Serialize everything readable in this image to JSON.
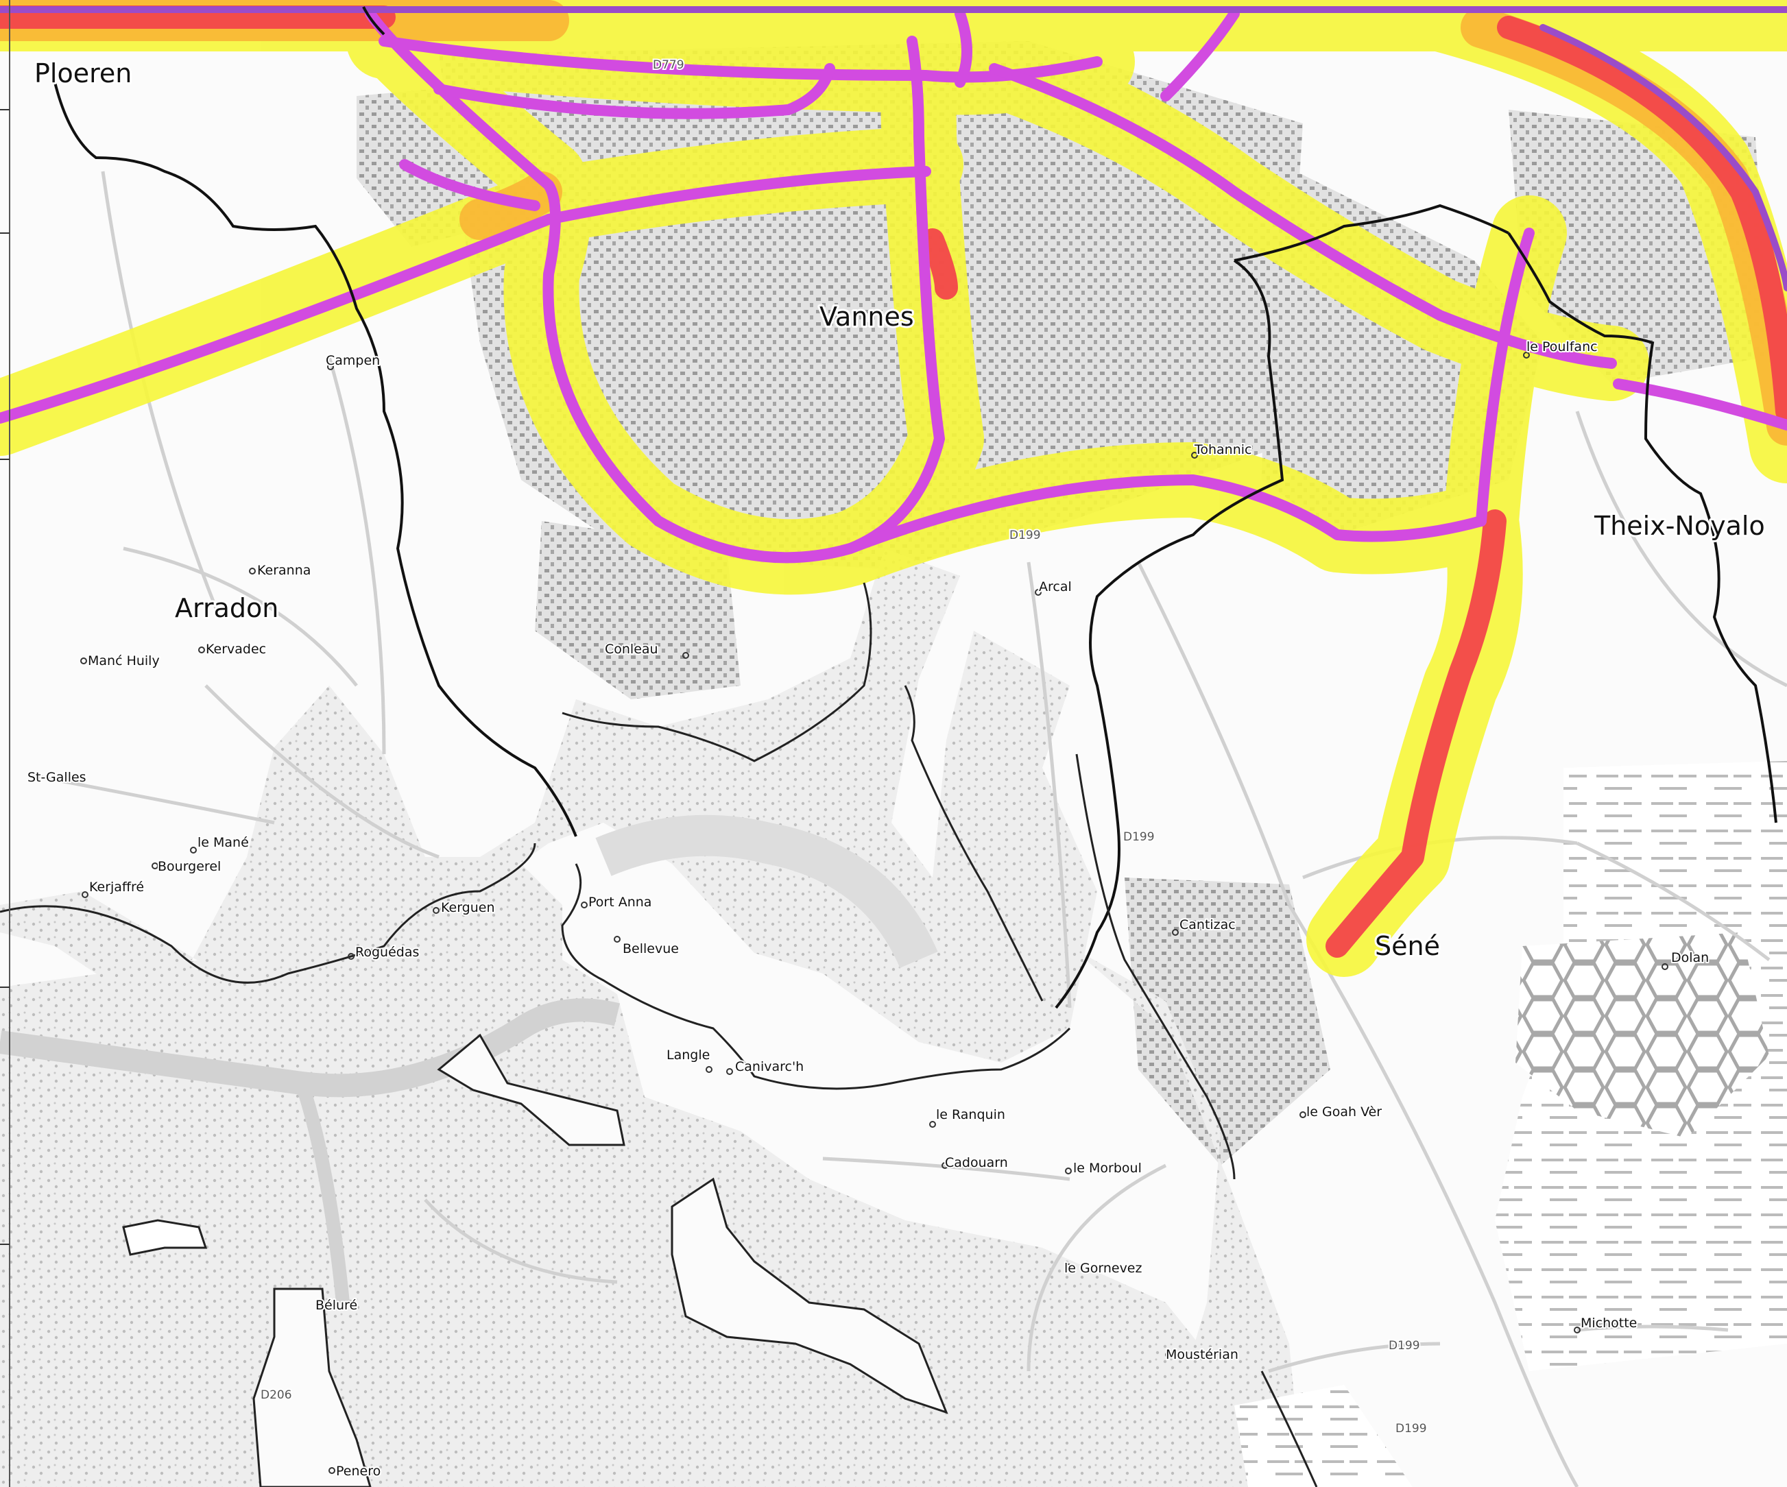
{
  "colors": {
    "noise_zone_1": "#f6f63a",
    "noise_zone_2": "#f9b234",
    "noise_zone_3": "#f2464a",
    "noise_zone_4": "#d24be0",
    "noise_zone_5": "#9a4cc9",
    "water": "#e6e6e6",
    "urban": "#d4d4d4",
    "road": "#ffffff",
    "border": "#111111"
  },
  "towns": [
    {
      "name": "Ploeren"
    },
    {
      "name": "Vannes"
    },
    {
      "name": "Arradon"
    },
    {
      "name": "Theix-Noyalo"
    },
    {
      "name": "Séné"
    }
  ],
  "places": [
    {
      "name": "Campen"
    },
    {
      "name": "Keranna"
    },
    {
      "name": "Manć Huily"
    },
    {
      "name": "Kervadec"
    },
    {
      "name": "St-Galles"
    },
    {
      "name": "le Mané"
    },
    {
      "name": "Bourgerel"
    },
    {
      "name": "Kerjaffré"
    },
    {
      "name": "Kerguen"
    },
    {
      "name": "Roguédas"
    },
    {
      "name": "Conleau"
    },
    {
      "name": "Port Anna"
    },
    {
      "name": "Bellevue"
    },
    {
      "name": "Langle"
    },
    {
      "name": "Canivarc'h"
    },
    {
      "name": "le Ranquin"
    },
    {
      "name": "Cadouarn"
    },
    {
      "name": "le Morboul"
    },
    {
      "name": "le Gornevez"
    },
    {
      "name": "Moustérian"
    },
    {
      "name": "Béluré"
    },
    {
      "name": "Penero"
    },
    {
      "name": "Arcal"
    },
    {
      "name": "Tohannic"
    },
    {
      "name": "le Poulfanc"
    },
    {
      "name": "Cantizac"
    },
    {
      "name": "le Goah Vèr"
    },
    {
      "name": "Dolan"
    },
    {
      "name": "Michotte"
    }
  ],
  "roads": [
    {
      "ref": "D779"
    },
    {
      "ref": "D199"
    },
    {
      "ref": "D199"
    },
    {
      "ref": "D199"
    },
    {
      "ref": "D199"
    },
    {
      "ref": "D206"
    }
  ]
}
